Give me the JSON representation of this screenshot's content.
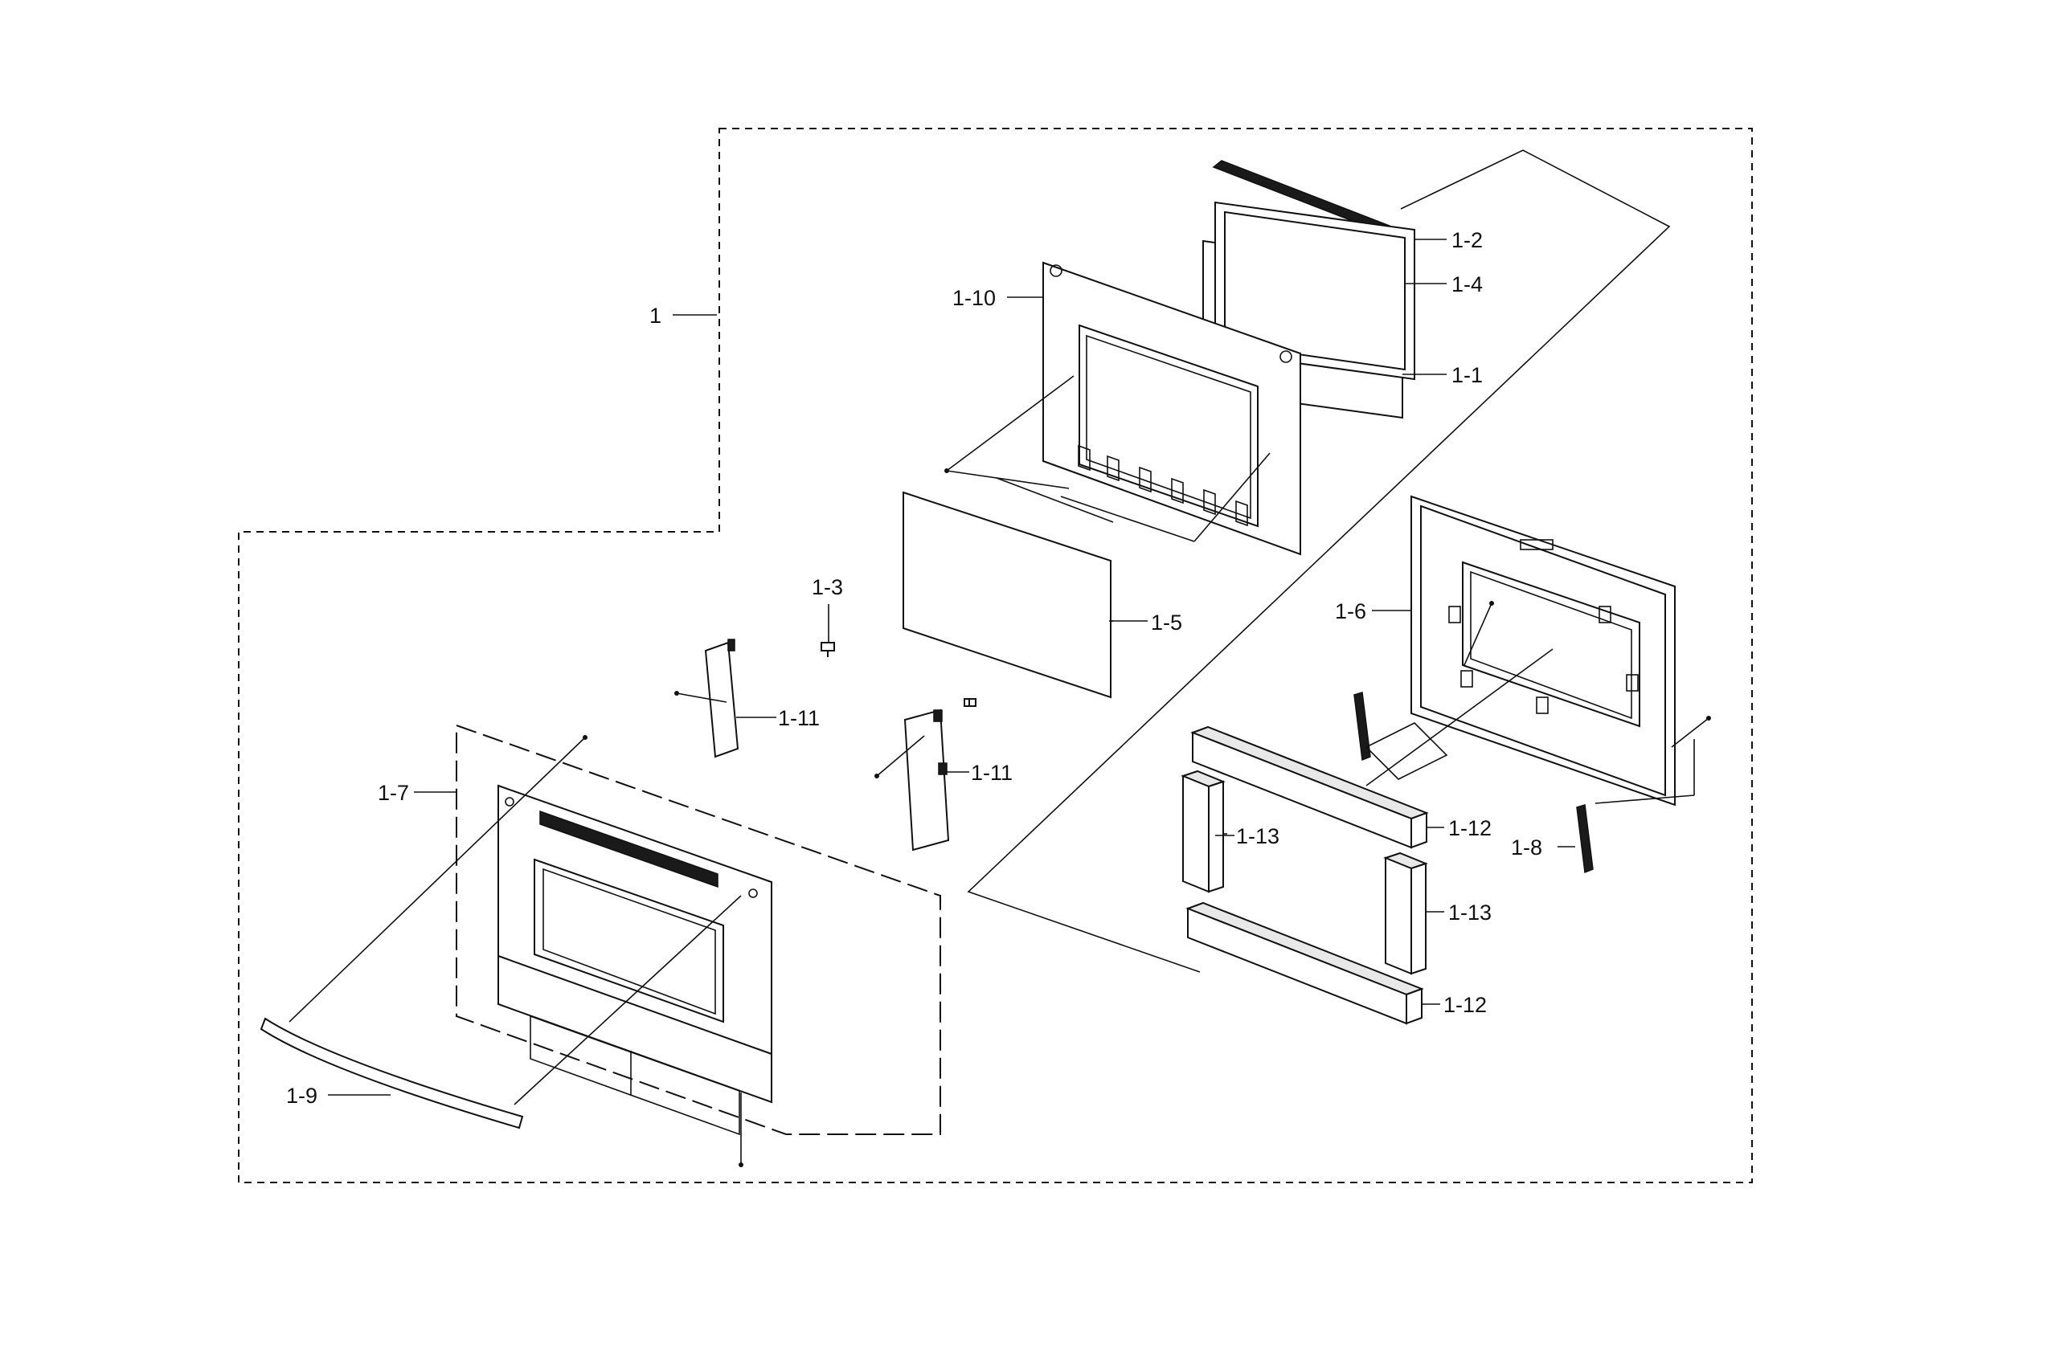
{
  "callouts": {
    "c1": "1",
    "c1_1": "1-1",
    "c1_2": "1-2",
    "c1_3": "1-3",
    "c1_4": "1-4",
    "c1_5": "1-5",
    "c1_6": "1-6",
    "c1_7": "1-7",
    "c1_8": "1-8",
    "c1_9": "1-9",
    "c1_10": "1-10",
    "c1_11a": "1-11",
    "c1_11b": "1-11",
    "c1_12a": "1-12",
    "c1_12b": "1-12",
    "c1_13a": "1-13",
    "c1_13b": "1-13"
  }
}
